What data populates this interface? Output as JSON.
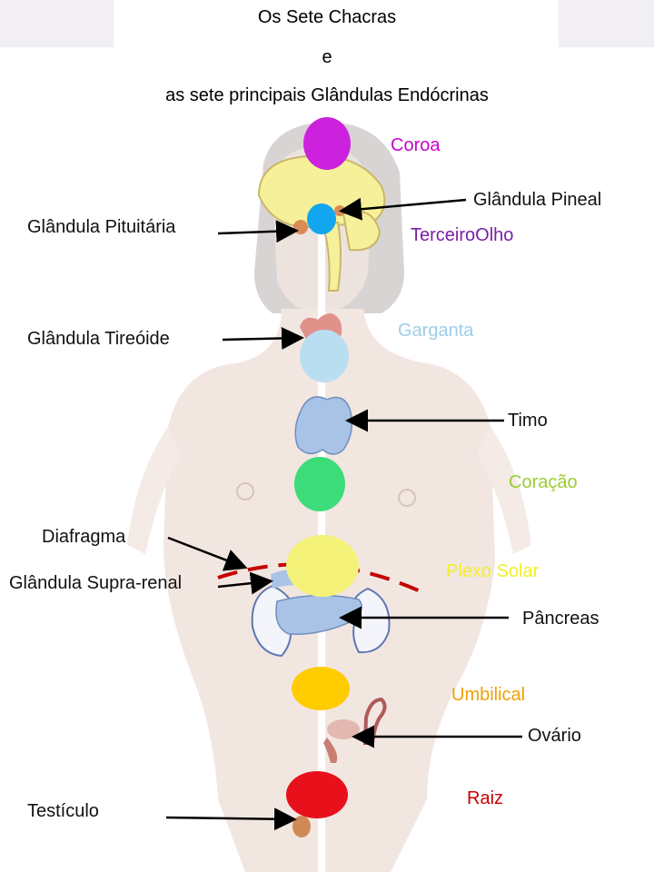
{
  "title": {
    "line1": "Os Sete Chacras",
    "line2": "e",
    "line3": "as sete principais Glândulas Endócrinas"
  },
  "chakras": [
    {
      "name": "Coroa",
      "color": "#cc00cc"
    },
    {
      "name": "TerceiroOlho",
      "color": "#7a1fa2"
    },
    {
      "name": "Garganta",
      "color": "#9ccfe8"
    },
    {
      "name": "Coração",
      "color": "#9acd32"
    },
    {
      "name": "Plexo Solar",
      "color": "#f2ef2a"
    },
    {
      "name": "Umbilical",
      "color": "#f0a000"
    },
    {
      "name": "Raiz",
      "color": "#cc0000"
    }
  ],
  "chakra_fill_colors": {
    "coroa": "#cc22dd",
    "terceiro_olho": "#11a6ee",
    "garganta": "#b9def2",
    "coracao": "#3ddc7a",
    "plexo_solar": "#f5f27a",
    "umbilical": "#ffcc00",
    "raiz": "#e8101a"
  },
  "glands": {
    "pineal": "Glândula Pineal",
    "pituitaria": "Glândula Pituitária",
    "tireoide": "Glândula Tireóide",
    "timo": "Timo",
    "diafragma": "Diafragma",
    "supra_renal": "Glândula Supra-renal",
    "pancreas": "Pâncreas",
    "ovario": "Ovário",
    "testiculo": "Testículo"
  }
}
